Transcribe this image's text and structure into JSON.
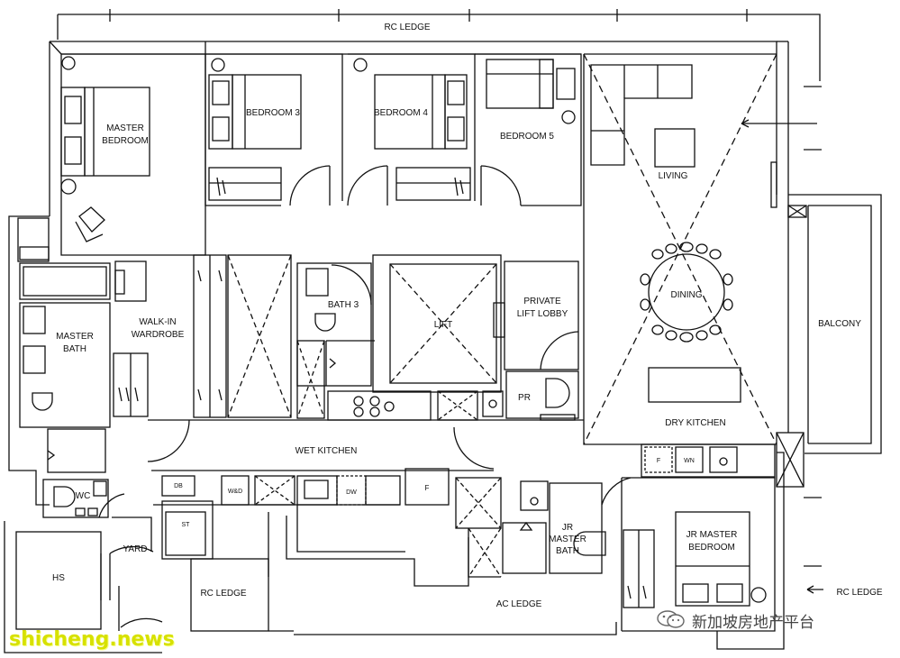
{
  "plan": {
    "labels": {
      "rc_ledge_top": "RC LEDGE",
      "master_bedroom": [
        "MASTER",
        "BEDROOM"
      ],
      "bedroom3": "BEDROOM 3",
      "bedroom4": "BEDROOM 4",
      "bedroom5": "BEDROOM 5",
      "living": "LIVING",
      "dining": "DINING",
      "balcony": "BALCONY",
      "master_bath": [
        "MASTER",
        "BATH"
      ],
      "walk_in_wardrobe": [
        "WALK-IN",
        "WARDROBE"
      ],
      "bath3": "BATH 3",
      "lift": "LIFT",
      "private_lift_lobby": [
        "PRIVATE",
        "LIFT LOBBY"
      ],
      "pr": "PR",
      "dry_kitchen": "DRY KITCHEN",
      "wet_kitchen": "WET KITCHEN",
      "wc": "WC",
      "yard": "YARD",
      "hs": "HS",
      "db": "DB",
      "wd": "W&D",
      "st": "ST",
      "dw": "DW",
      "f_wet": "F",
      "f_dry": "F",
      "wn": "WN",
      "rc_ledge_bottom": "RC LEDGE",
      "ac_ledge": "AC LEDGE",
      "jr_master_bath": [
        "JR",
        "MASTER",
        "BATH"
      ],
      "jr_master_bedroom": [
        "JR MASTER",
        "BEDROOM"
      ],
      "rc_ledge_right": "RC LEDGE"
    }
  },
  "watermarks": {
    "site": "shicheng.news",
    "channel": "新加坡房地产平台"
  }
}
